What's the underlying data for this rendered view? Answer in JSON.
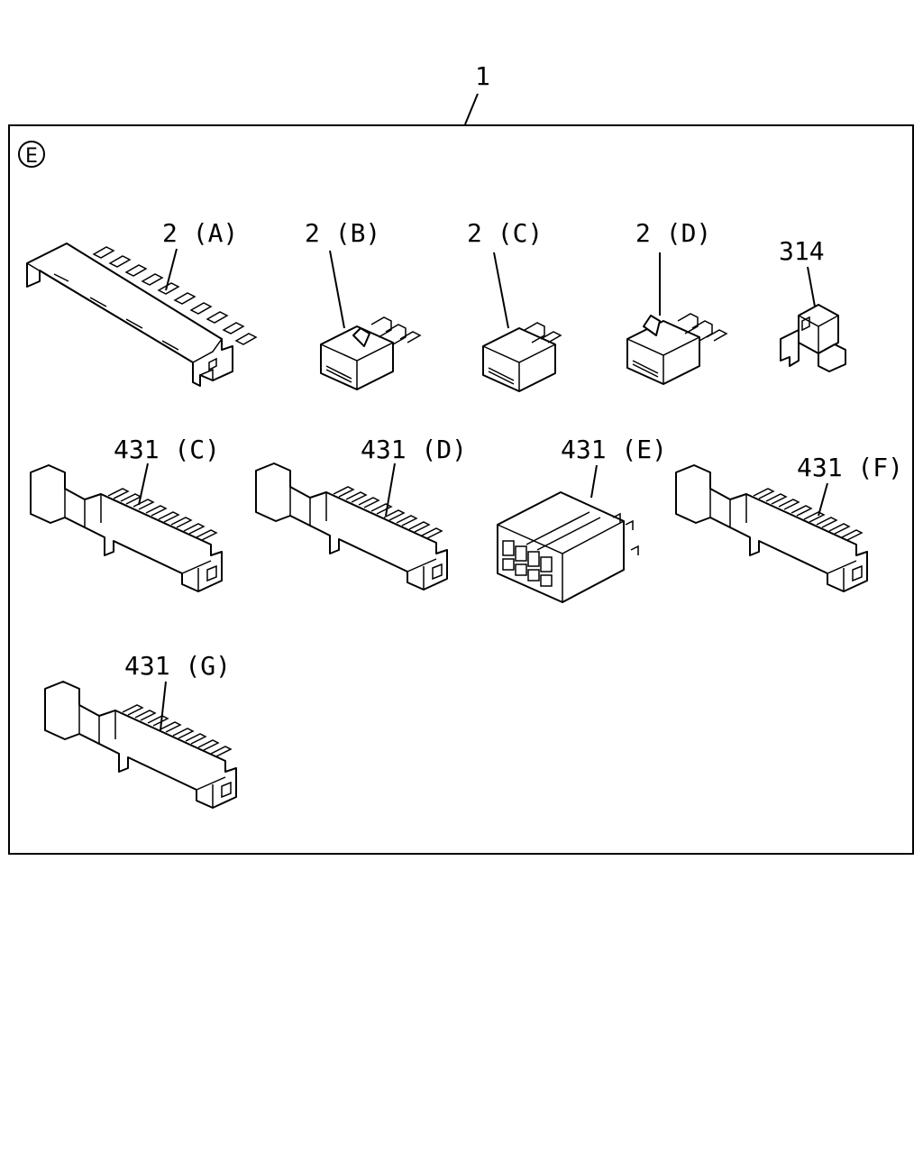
{
  "diagram": {
    "assembly_callout": "1",
    "section_marker": "E",
    "callouts": {
      "a": "2 (A)",
      "b": "2 (B)",
      "c": "2 (C)",
      "d": "2 (D)",
      "p314": "314",
      "c431c": "431 (C)",
      "c431d": "431 (D)",
      "c431e": "431 (E)",
      "c431f": "431 (F)",
      "c431g": "431 (G)"
    }
  }
}
